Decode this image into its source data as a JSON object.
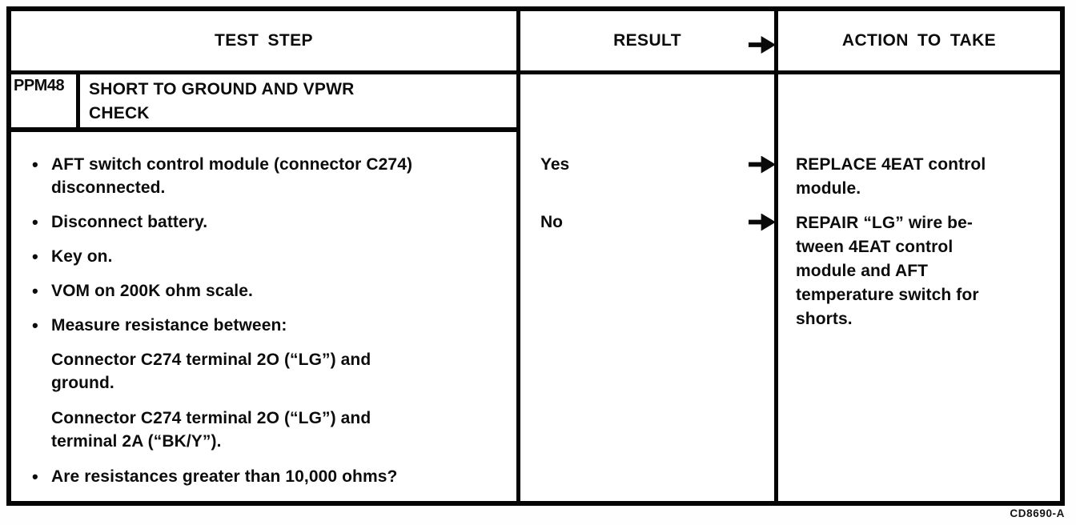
{
  "table": {
    "headers": {
      "test_step": "TEST STEP",
      "result": "RESULT",
      "action": "ACTION TO TAKE"
    },
    "test": {
      "id": "PPM48",
      "title": "SHORT TO GROUND AND VPWR\nCHECK"
    },
    "bullet_glyph": "•",
    "steps": [
      {
        "type": "bullet",
        "text": "AFT switch control module (connector C274)\ndisconnected."
      },
      {
        "type": "bullet",
        "text": "Disconnect battery."
      },
      {
        "type": "bullet",
        "text": "Key on."
      },
      {
        "type": "bullet",
        "text": "VOM on 200K ohm scale."
      },
      {
        "type": "bullet",
        "text": "Measure resistance between:"
      },
      {
        "type": "sub",
        "text": "Connector C274 terminal 2O (“LG”) and\nground."
      },
      {
        "type": "sub",
        "text": "Connector C274 terminal 2O (“LG”) and\nterminal 2A (“BK/Y”)."
      },
      {
        "type": "bullet",
        "text": "Are resistances greater than 10,000 ohms?"
      }
    ],
    "results": [
      {
        "label": "Yes",
        "action": "REPLACE 4EAT control\nmodule."
      },
      {
        "label": "No",
        "action": "REPAIR “LG” wire be-\ntween 4EAT control\nmodule and AFT\ntemperature switch for\nshorts."
      }
    ],
    "icons": {
      "result_arrow": "right-triangle-arrow"
    },
    "colors": {
      "ink": "#0c0c0c",
      "paper": "#ffffff"
    }
  },
  "page": {
    "figure_code": "CD8690-A"
  }
}
